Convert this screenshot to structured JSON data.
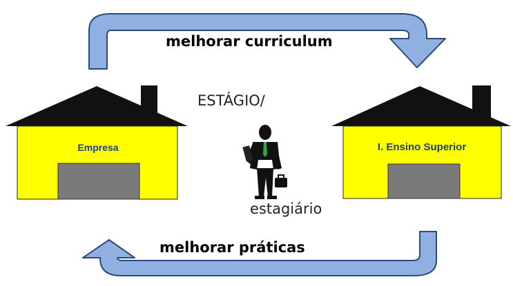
{
  "arrows": {
    "top_label": "melhorar curriculum",
    "bottom_label": "melhorar práticas",
    "fill_color": "#8fb0e0",
    "stroke_color": "#2a4a7a"
  },
  "houses": {
    "left": {
      "label": "Empresa"
    },
    "right": {
      "label": "I. Ensino Superior"
    },
    "wall_color": "#ffff00",
    "roof_color": "#111111",
    "door_color": "#7a7a7a"
  },
  "center": {
    "top_label": "ESTÁGIO/",
    "bottom_label": "estagiário"
  }
}
